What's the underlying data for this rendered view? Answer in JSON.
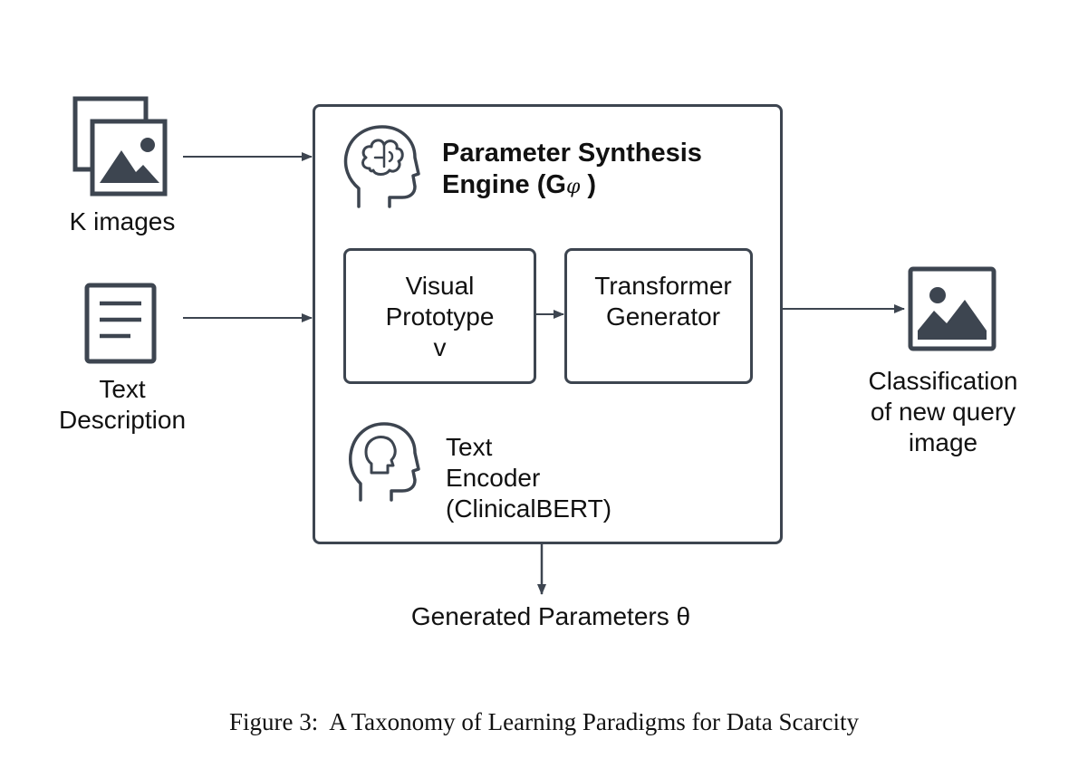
{
  "colors": {
    "stroke": "#3d4550",
    "text": "#111111",
    "background": "#ffffff"
  },
  "inputs": {
    "k_images": {
      "icon": "image-stack-icon",
      "label": "K images"
    },
    "text_description": {
      "icon": "document-icon",
      "label_line1": "Text",
      "label_line2": "Description"
    }
  },
  "engine": {
    "icon": "brain-head-icon",
    "title_line1": "Parameter Synthesis",
    "title_line2_prefix": "Engine (G",
    "title_symbol": "φ",
    "title_line2_suffix": " )",
    "visual_prototype": {
      "line1": "Visual",
      "line2": "Prototype",
      "line3": "v"
    },
    "transformer_generator": {
      "line1": "Transformer",
      "line2": "Generator"
    },
    "text_encoder": {
      "icon": "head-profile-icon",
      "line1": "Text",
      "line2": "Encoder",
      "line3": "(ClinicalBERT)"
    }
  },
  "output": {
    "icon": "image-icon",
    "label_line1": "Classification",
    "label_line2": "of new query",
    "label_line3": "image"
  },
  "generated": {
    "label": "Generated Parameters θ"
  },
  "caption": {
    "text": "Figure 3:  A Taxonomy of Learning Paradigms for Data Scarcity"
  }
}
